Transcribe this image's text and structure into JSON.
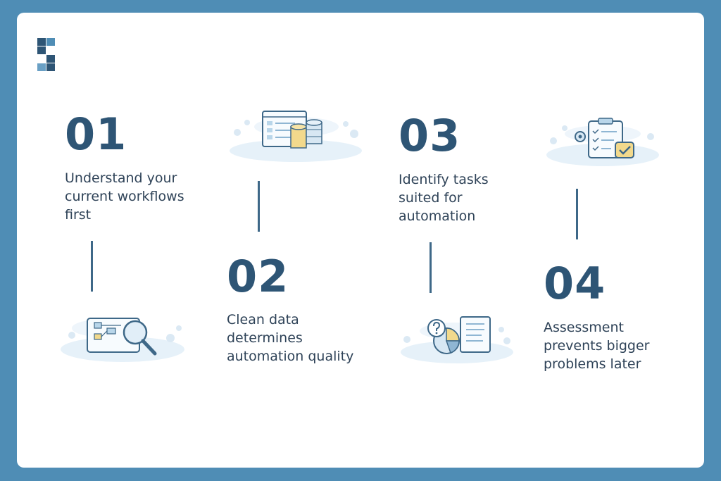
{
  "steps": [
    {
      "number": "01",
      "line1": "Understand your",
      "line2": "current workflows",
      "line3": "first",
      "icon": "workflow-magnifier-icon"
    },
    {
      "number": "02",
      "line1": "Clean data",
      "line2": "determines",
      "line3": "automation quality",
      "icon": "browser-database-icon"
    },
    {
      "number": "03",
      "line1": "Identify tasks",
      "line2": "suited for",
      "line3": "automation",
      "icon": "question-chart-icon"
    },
    {
      "number": "04",
      "line1": "Assessment",
      "line2": "prevents bigger",
      "line3": "problems later",
      "icon": "clipboard-check-icon"
    }
  ],
  "colors": {
    "background": "#4f8db5",
    "card": "#ffffff",
    "number": "#2e5575",
    "text": "#2f4358",
    "connector": "#3e6888"
  },
  "logo": "brand-logo-icon"
}
